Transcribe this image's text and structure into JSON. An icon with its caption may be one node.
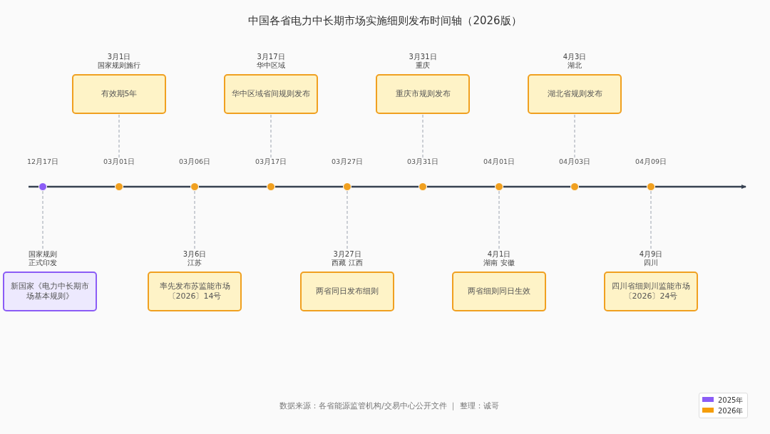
{
  "diagram": {
    "title": "中国各省电力中长期市场实施细则发布时间轴（2026版）",
    "nodes": [
      {
        "text": [
          "3月1日国家规则施行",
          "有效期5年"
        ]
      },
      {
        "text": [
          "3月17日华中区域",
          "华中区域省间规则发布"
        ]
      },
      {
        "text": [
          "3月31日重庆",
          "重庆市规则发布"
        ]
      },
      {
        "text": [
          "4月3日湖北",
          "湖北省规则发布"
        ]
      },
      {
        "text": [],
        "shape": "circle",
        "beside": [
          "12月17日"
        ]
      },
      {
        "text": [],
        "shape": "circle",
        "beside": [
          "03月01日"
        ]
      },
      {
        "text": [],
        "shape": "circle",
        "beside": [
          "03月06日"
        ]
      },
      {
        "text": [],
        "shape": "circle",
        "beside": [
          "03月17日"
        ]
      },
      {
        "text": [],
        "shape": "circle",
        "beside": [
          "03月27日"
        ]
      },
      {
        "text": [],
        "shape": "circle",
        "beside": [
          "03月31日"
        ]
      },
      {
        "text": [],
        "shape": "circle",
        "beside": [
          "04月01日"
        ]
      },
      {
        "text": [],
        "shape": "circle",
        "beside": [
          "04月03日"
        ]
      },
      {
        "text": [],
        "shape": "circle",
        "beside": [
          "04月09日"
        ]
      },
      {
        "text": [
          "国家规则正式印发",
          "新国家《电力中长期市场基本规则》"
        ]
      },
      {
        "text": [
          "3月6日江苏",
          "率先发布苏监能市场〔2026〕14号"
        ]
      },
      {
        "text": [
          "3月27日西藏 江西",
          "两省同日发布细则"
        ]
      },
      {
        "text": [
          "4月1日湖南 安徽",
          "两省细则同日生效"
        ]
      },
      {
        "text": [
          "4月9日四川",
          "四川省细则川监能市场〔2026〕24号"
        ]
      }
    ],
    "edges": [
      {
        "from": 4,
        "to": 13,
        "arrow": "none",
        "style": "dashed"
      },
      {
        "from": 5,
        "to": 0,
        "arrow": "none",
        "style": "dashed"
      },
      {
        "from": 6,
        "to": 14,
        "arrow": "none",
        "style": "dashed"
      },
      {
        "from": 7,
        "to": 1,
        "arrow": "none",
        "style": "dashed"
      },
      {
        "from": 8,
        "to": 15,
        "arrow": "none",
        "style": "dashed"
      },
      {
        "from": 9,
        "to": 2,
        "arrow": "none",
        "style": "dashed"
      },
      {
        "from": 10,
        "to": 16,
        "arrow": "none",
        "style": "dashed"
      },
      {
        "from": 11,
        "to": 3,
        "arrow": "none",
        "style": "dashed"
      },
      {
        "from": 12,
        "to": 17,
        "arrow": "none",
        "style": "dashed"
      }
    ],
    "caption": "数据来源：各省能源监管机构/交易中心公开文件 ｜ 整理：诚哥",
    "legend": [
      {
        "text": "2025年",
        "color": "#8b5cf6"
      },
      {
        "text": "2026年",
        "color": "#f59e0b"
      }
    ]
  }
}
